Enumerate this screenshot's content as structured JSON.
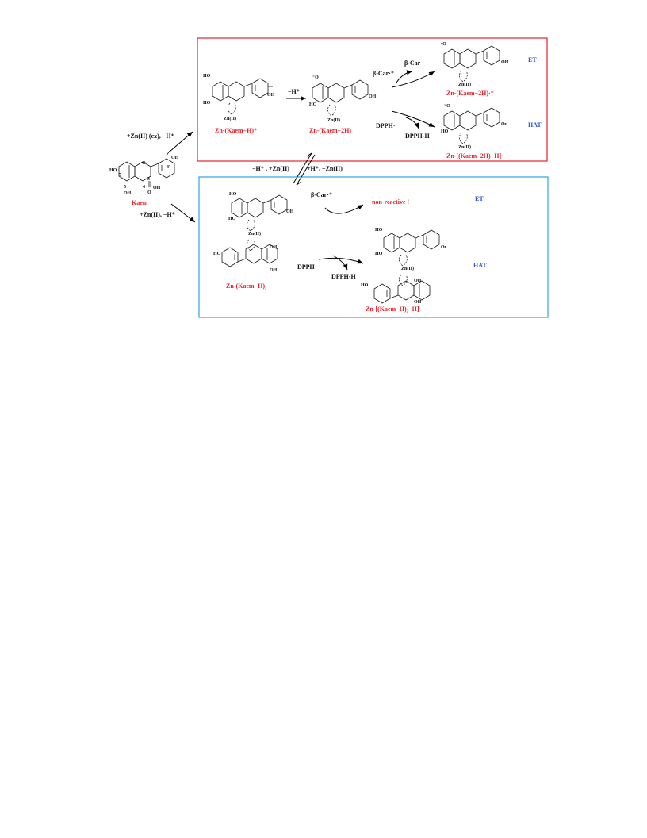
{
  "colors": {
    "accent_red": "#e8202a",
    "accent_blue": "#2f55d4",
    "box_top": "#e8202a",
    "box_bottom": "#29a8e0"
  },
  "kaem": {
    "name": "Kaem",
    "oh_top": "OH",
    "ho_left": "HO",
    "oh_right": "OH",
    "oh_bottom": "OH",
    "ring_o": "O",
    "carbonyl_o": "O",
    "num_4p": "4'",
    "num_7": "7",
    "num_5": "5",
    "num_3": "3",
    "num_4": "4"
  },
  "routes": {
    "upper": "+Zn(II) (ex), −H⁺",
    "lower": "+Zn(II), −H⁺",
    "equil_left": "−H⁺ , +Zn(II)",
    "equil_right": "+H⁺, −Zn(II)"
  },
  "top_box": {
    "species1": {
      "name": "Zn-(Kaem−H)⁺",
      "ho1": "HO",
      "ho2": "HO",
      "oh": "OH",
      "zn": "Zn(II)"
    },
    "step1": "−H⁺",
    "species2": {
      "name": "Zn-(Kaem−2H)",
      "o_minus": "⁻O",
      "ho": "HO",
      "oh": "OH",
      "zn": "Zn(II)"
    },
    "et_reagent": "β-Car·⁺",
    "et_product": "β-Car",
    "species3": {
      "name": "Zn-(Kaem−2H)·⁺",
      "o_rad": "•O",
      "oh": "OH",
      "zn": "Zn(II)"
    },
    "et_tag": "ET",
    "hat_reagent": "DPPH·",
    "hat_product": "DPPH-H",
    "species4": {
      "name": "Zn-[(Kaem−2H)−H]·",
      "o_minus": "⁻O",
      "ho": "HO",
      "o_rad": "O•",
      "zn": "Zn(II)"
    },
    "hat_tag": "HAT"
  },
  "bottom_box": {
    "species1": {
      "name": "Zn-(Kaem−H)₂",
      "ho1": "HO",
      "ho2": "HO",
      "oh1": "OH",
      "ho3": "HO",
      "oh2": "OH",
      "oh3": "OH",
      "zn": "Zn(II)"
    },
    "et_reagent": "β-Car·⁺",
    "et_result": "non-reactive !",
    "et_tag": "ET",
    "hat_reagent": "DPPH·",
    "hat_product": "DPPH-H",
    "species2": {
      "name": "Zn-[(Kaem−H)₂−H]·",
      "ho1": "HO",
      "ho2": "HO",
      "o_rad": "O•",
      "oh1": "OH",
      "ho3": "HO",
      "oh2": "OH",
      "zn": "Zn(II)"
    },
    "hat_tag": "HAT"
  }
}
